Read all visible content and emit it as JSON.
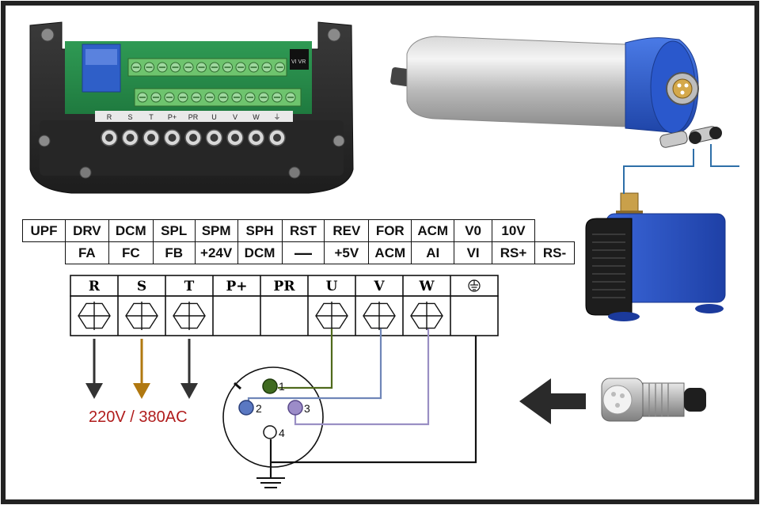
{
  "diagram": {
    "signal_rows": {
      "top": [
        "UPF",
        "DRV",
        "DCM",
        "SPL",
        "SPM",
        "SPH",
        "RST",
        "REV",
        "FOR",
        "ACM",
        "V0",
        "10V"
      ],
      "bottom": [
        "FA",
        "FC",
        "FB",
        "+24V",
        "DCM",
        "—",
        "+5V",
        "ACM",
        "AI",
        "VI",
        "RS+",
        "RS-"
      ]
    },
    "power_terminals": {
      "labels": [
        "R",
        "S",
        "T",
        "P+",
        "PR",
        "U",
        "V",
        "W"
      ],
      "ground_symbol": "⏚"
    },
    "supply_label": "220V / 380AC",
    "connector_pins": [
      "1",
      "2",
      "3",
      "4"
    ],
    "board_terminal_labels": [
      "R",
      "S",
      "T",
      "P+",
      "PR",
      "U",
      "V",
      "W",
      "⏚"
    ],
    "board_relay_text": "VI VR",
    "colors": {
      "border": "#222222",
      "wire_u": "#4f6a1c",
      "wire_v": "#6f86b8",
      "wire_w": "#9a8fc4",
      "pin1": "#3f6b20",
      "pin2": "#5a78c2",
      "pin3": "#9c8cc8",
      "arrow_s": "#b07810",
      "arrow_rt": "#333333",
      "voltage_text": "#b01c1c",
      "spindle_cap": "#2f5fcf",
      "pump_body": "#2d56c8"
    },
    "icons": [
      "hex-bolt-terminal-icon",
      "ground-icon",
      "left-arrow-icon",
      "down-arrow-icon"
    ]
  }
}
